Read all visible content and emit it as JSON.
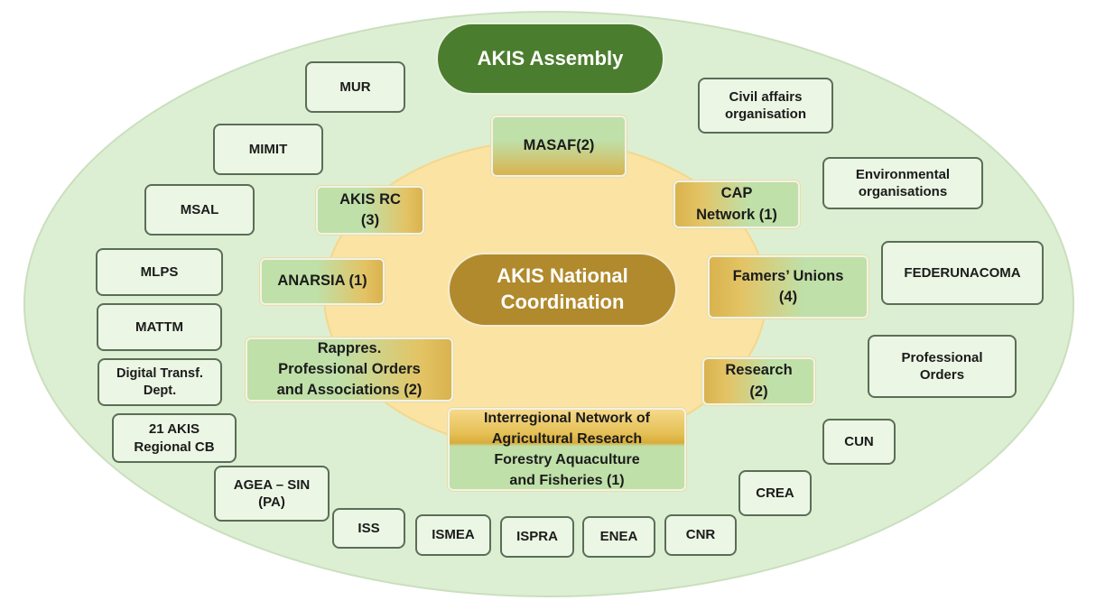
{
  "center": {
    "assembly": "AKIS Assembly",
    "coordination": "AKIS National\nCoordination"
  },
  "inner_members": {
    "masaf": "MASAF(2)",
    "akis_rc": "AKIS RC\n(3)",
    "cap_network": "CAP\nNetwork (1)",
    "anarsia": "ANARSIA (1)",
    "famers_unions": "Famers’ Unions\n(4)",
    "rappres": "Rappres.\nProfessional Orders\nand Associations (2)",
    "research": "Research\n(2)",
    "interregional": "Interregional Network of\nAgricultural Research\nForestry Aquaculture\nand Fisheries (1)"
  },
  "outer_members": {
    "mur": "MUR",
    "civil_affairs": "Civil affairs\norganisation",
    "mimit": "MIMIT",
    "environmental": "Environmental\norganisations",
    "msal": "MSAL",
    "federunacoma": "FEDERUNACOMA",
    "mlps": "MLPS",
    "mattm": "MATTM",
    "professional_orders": "Professional\nOrders",
    "digital_transf": "Digital Transf.\nDept.",
    "akis_regional_cb": "21 AKIS\nRegional CB",
    "cun": "CUN",
    "agea_sin": "AGEA – SIN\n(PA)",
    "crea": "CREA",
    "iss": "ISS",
    "ismea": "ISMEA",
    "ispra": "ISPRA",
    "enea": "ENEA",
    "cnr": "CNR"
  },
  "colors": {
    "outer_fill": "#dcefd2",
    "inner_fill": "#fbe3a4",
    "assembly": "#4b7d2e",
    "coordination": "#b08a2c",
    "member_green": "#bfe0a8",
    "member_gold": "#d9b34e"
  }
}
